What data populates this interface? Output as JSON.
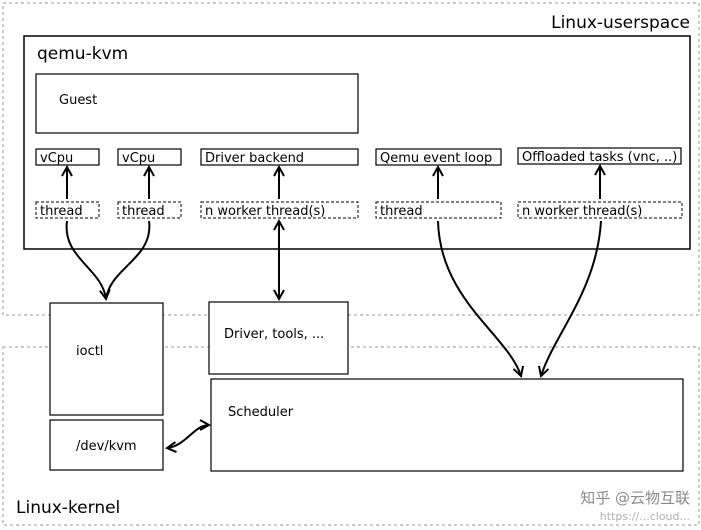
{
  "regions": {
    "userspace": "Linux-userspace",
    "kernel": "Linux-kernel"
  },
  "qemu": {
    "title": "qemu-kvm",
    "guest": "Guest",
    "components": [
      "vCpu",
      "vCpu",
      "Driver backend",
      "Qemu event loop",
      "Offloaded tasks (vnc, ..)"
    ],
    "threads": [
      "thread",
      "thread",
      "n worker thread(s)",
      "thread",
      "n worker thread(s)"
    ]
  },
  "kernel": {
    "ioctl": "ioctl",
    "devkvm": "/dev/kvm",
    "driver": "Driver, tools, ...",
    "scheduler": "Scheduler"
  },
  "watermark": {
    "brand": "知乎 @云物互联",
    "url": "https://...cloud..."
  }
}
